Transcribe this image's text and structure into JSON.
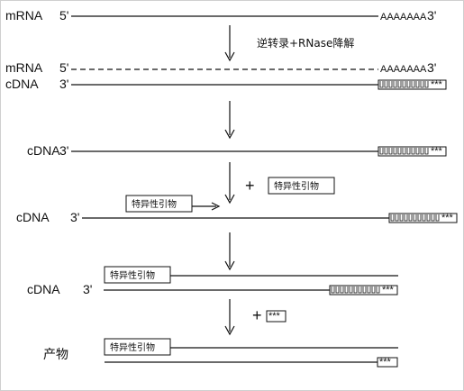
{
  "labels": {
    "mrna": "mRNA",
    "cdna": "cDNA",
    "product": "产物",
    "five_prime": "5'",
    "three_prime": "3'",
    "polya": "AAAAAAA",
    "tail_mark": "***"
  },
  "steps": {
    "reverse_transcription": "逆转录+RNase降解"
  },
  "primer": {
    "label": "特异性引物"
  },
  "plus_symbol": "+"
}
